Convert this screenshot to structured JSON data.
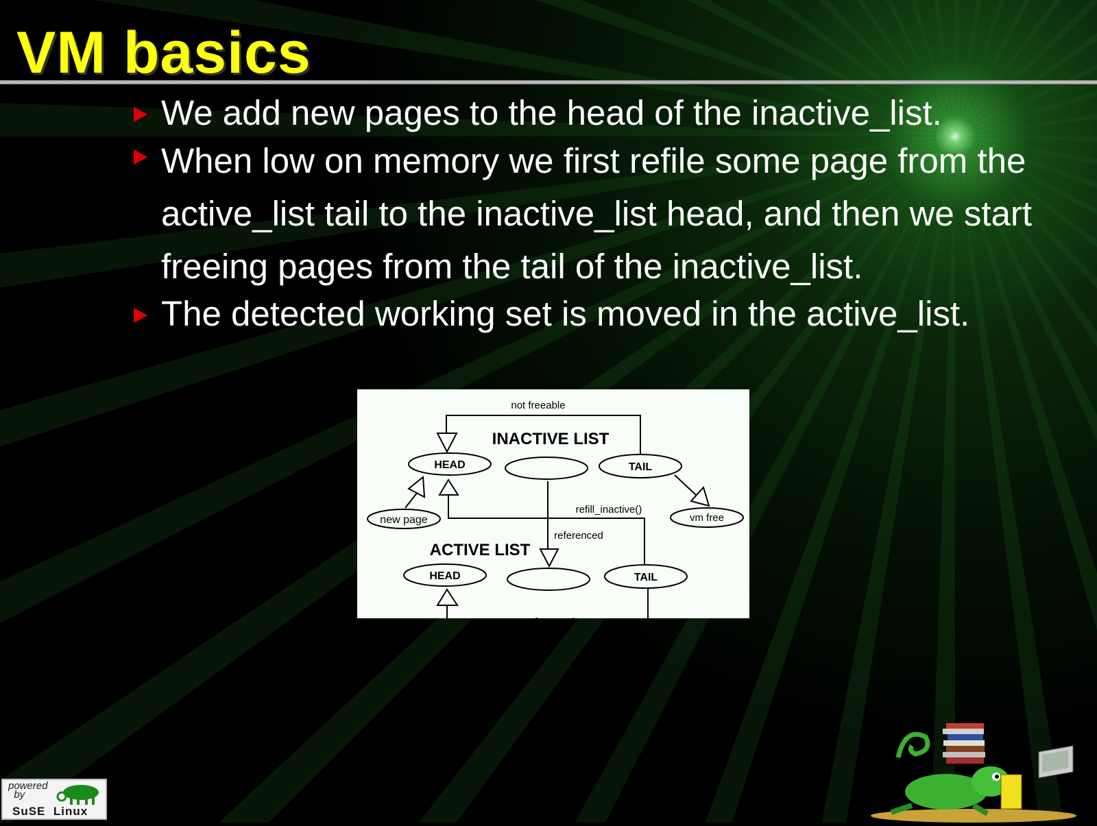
{
  "slide": {
    "title": "VM basics",
    "bullets": [
      "We add new pages to the head of the inactive_list.",
      "When low on memory we first refile some page from the active_list tail to the inactive_list head, and then we start freeing pages from the tail of the inactive_list.",
      "The detected working set is moved in the active_list."
    ]
  },
  "diagram": {
    "not_freeable": "not freeable",
    "inactive_title": "INACTIVE LIST",
    "active_title": "ACTIVE LIST",
    "head": "HEAD",
    "tail": "TAIL",
    "new_page": "new page",
    "vm_free": "vm free",
    "refill": "refill_inactive()",
    "referenced": "referenced"
  },
  "badge": {
    "powered": "powered",
    "by": "by",
    "suse": "SuSE",
    "linux": "Linux"
  },
  "colors": {
    "title": "#ffff10",
    "bullet": "#e00000",
    "text": "#ffffff"
  }
}
